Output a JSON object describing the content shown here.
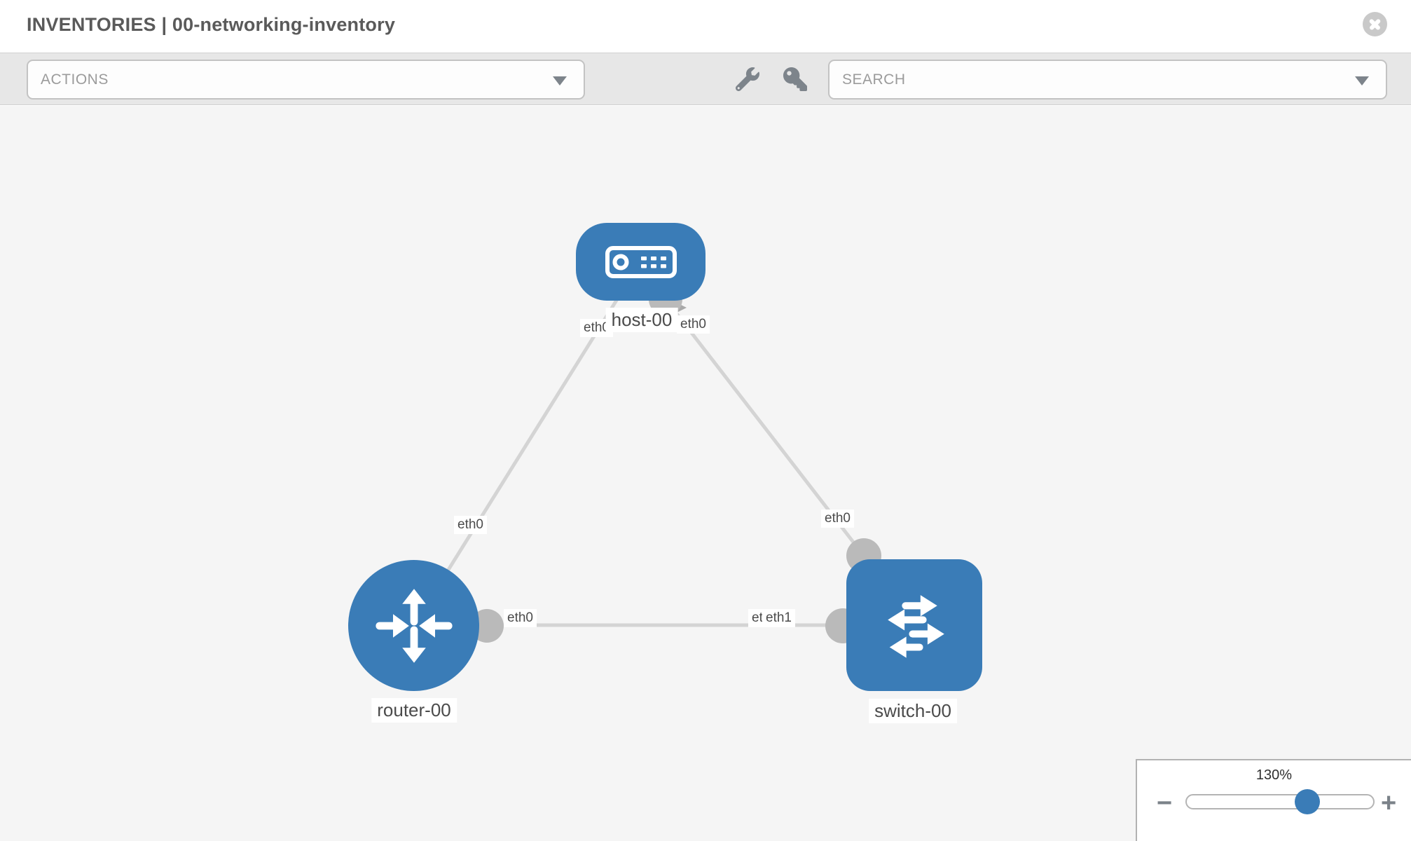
{
  "header": {
    "title": "INVENTORIES | 00-networking-inventory"
  },
  "toolbar": {
    "actions_label": "ACTIONS",
    "search_label": "SEARCH",
    "icons": [
      "wrench-icon",
      "key-icon"
    ]
  },
  "topology": {
    "nodes": [
      {
        "label": "host-00",
        "type": "host"
      },
      {
        "label": "router-00",
        "type": "router"
      },
      {
        "label": "switch-00",
        "type": "switch"
      }
    ],
    "interface_labels": {
      "host_left": "eth0",
      "host_right": "eth0",
      "router_top": "eth0",
      "switch_top": "eth0",
      "mid_router_side": "eth0",
      "mid_switch_under": "eth0",
      "mid_switch_top": "eth1"
    },
    "links": [
      {
        "from": "host-00",
        "to": "router-00",
        "from_iface": "eth0",
        "to_iface": "eth0"
      },
      {
        "from": "host-00",
        "to": "switch-00",
        "from_iface": "eth0",
        "to_iface": "eth0"
      },
      {
        "from": "router-00",
        "to": "switch-00",
        "from_iface": "eth0",
        "to_iface": "eth1"
      }
    ]
  },
  "zoom_control": {
    "level": "130%",
    "minus_label": "−",
    "plus_label": "+"
  },
  "colors": {
    "node_blue": "#3a7cb7",
    "link_gray": "#d4d4d4",
    "port_gray": "#bababa",
    "toolbar_icon_gray": "#7d848b"
  }
}
